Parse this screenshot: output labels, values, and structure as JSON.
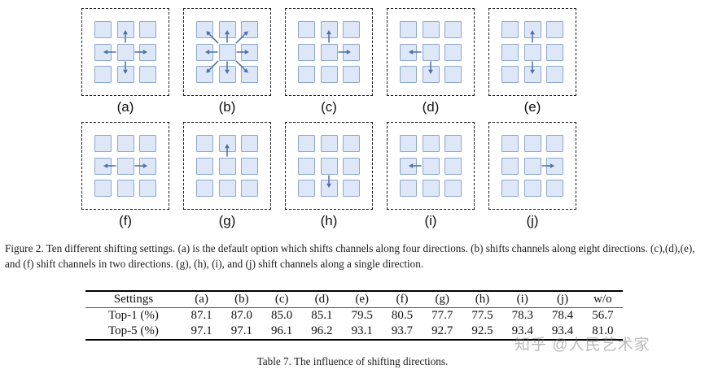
{
  "figure": {
    "caption": "Figure 2. Ten different shifting settings. (a) is the default option which shifts channels along four directions. (b) shifts channels along eight directions. (c),(d),(e), and (f) shift channels in two directions. (g), (h), (i), and (j) shift channels along a single direction.",
    "panels": [
      {
        "id": "a",
        "label": "(a)",
        "directions": [
          "up",
          "down",
          "left",
          "right"
        ]
      },
      {
        "id": "b",
        "label": "(b)",
        "directions": [
          "up",
          "down",
          "left",
          "right",
          "up-left",
          "up-right",
          "down-left",
          "down-right"
        ]
      },
      {
        "id": "c",
        "label": "(c)",
        "directions": [
          "up",
          "right"
        ]
      },
      {
        "id": "d",
        "label": "(d)",
        "directions": [
          "left",
          "down"
        ]
      },
      {
        "id": "e",
        "label": "(e)",
        "directions": [
          "up",
          "down"
        ]
      },
      {
        "id": "f",
        "label": "(f)",
        "directions": [
          "left",
          "right"
        ]
      },
      {
        "id": "g",
        "label": "(g)",
        "directions": [
          "up"
        ]
      },
      {
        "id": "h",
        "label": "(h)",
        "directions": [
          "down"
        ]
      },
      {
        "id": "i",
        "label": "(i)",
        "directions": [
          "left"
        ]
      },
      {
        "id": "j",
        "label": "(j)",
        "directions": [
          "right"
        ]
      }
    ],
    "colors": {
      "cell_fill": "#dde7f7",
      "cell_border": "#8ea7cc",
      "arrow": "#4a6ea8",
      "panel_border": "#1c1c1c"
    }
  },
  "table": {
    "caption": "Table 7. The influence of shifting directions.",
    "columns": [
      "Settings",
      "(a)",
      "(b)",
      "(c)",
      "(d)",
      "(e)",
      "(f)",
      "(g)",
      "(h)",
      "(i)",
      "(j)",
      "w/o"
    ],
    "rows": [
      {
        "label": "Top-1 (%)",
        "values": [
          "87.1",
          "87.0",
          "85.0",
          "85.1",
          "79.5",
          "80.5",
          "77.7",
          "77.5",
          "78.3",
          "78.4",
          "56.7"
        ]
      },
      {
        "label": "Top-5 (%)",
        "values": [
          "97.1",
          "97.1",
          "96.1",
          "96.2",
          "93.1",
          "93.7",
          "92.7",
          "92.5",
          "93.4",
          "93.4",
          "81.0"
        ]
      }
    ]
  },
  "watermark": {
    "text": "知乎 @人民艺术家"
  }
}
